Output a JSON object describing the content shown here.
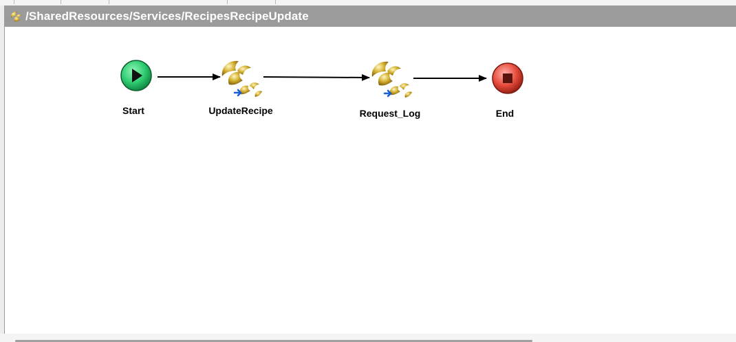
{
  "process": {
    "path": "/SharedResources/Services/RecipesRecipeUpdate"
  },
  "nodes": {
    "start": {
      "label": "Start"
    },
    "update_recipe": {
      "label": "UpdateRecipe"
    },
    "request_log": {
      "label": "Request_Log"
    },
    "end": {
      "label": "End"
    }
  },
  "colors": {
    "titlebar": "#9b9b9b",
    "start_green": "#2ecc71",
    "end_red": "#e74c3c",
    "activity_gold": "#d4b030"
  }
}
